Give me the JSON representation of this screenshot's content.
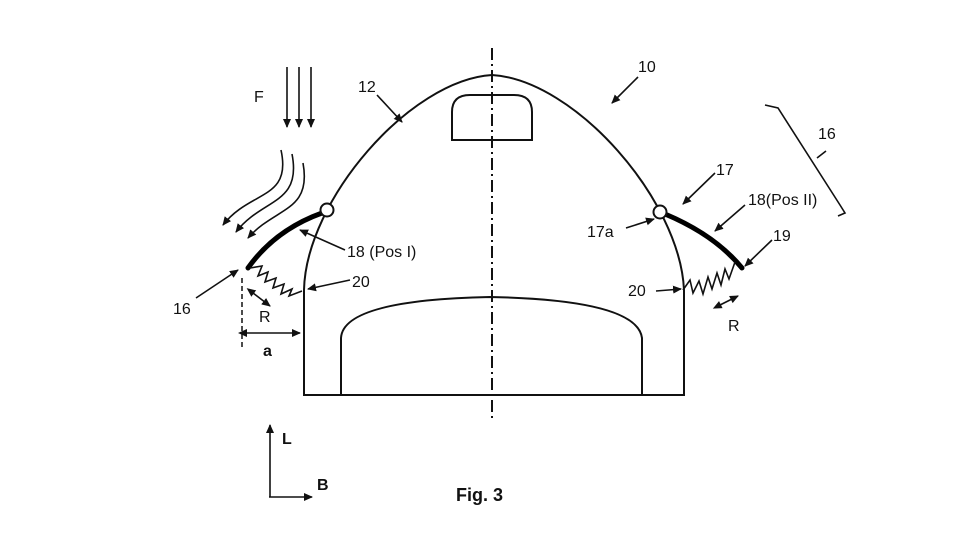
{
  "figure": {
    "caption": "Fig. 3",
    "labels": {
      "force": "F",
      "vehicle": "10",
      "outer_contour": "12",
      "flap_assembly_left": "16",
      "flap_assembly_right": "16",
      "hinge": "17",
      "hinge_axis": "17a",
      "flap_pos_1": "18 (Pos I)",
      "flap_pos_2": "18(Pos II)",
      "flap_edge": "19",
      "spring_left": "20",
      "spring_right": "20",
      "direction_r_left": "R",
      "direction_r_right": "R",
      "distance": "a",
      "axis_l": "L",
      "axis_b": "B"
    }
  }
}
